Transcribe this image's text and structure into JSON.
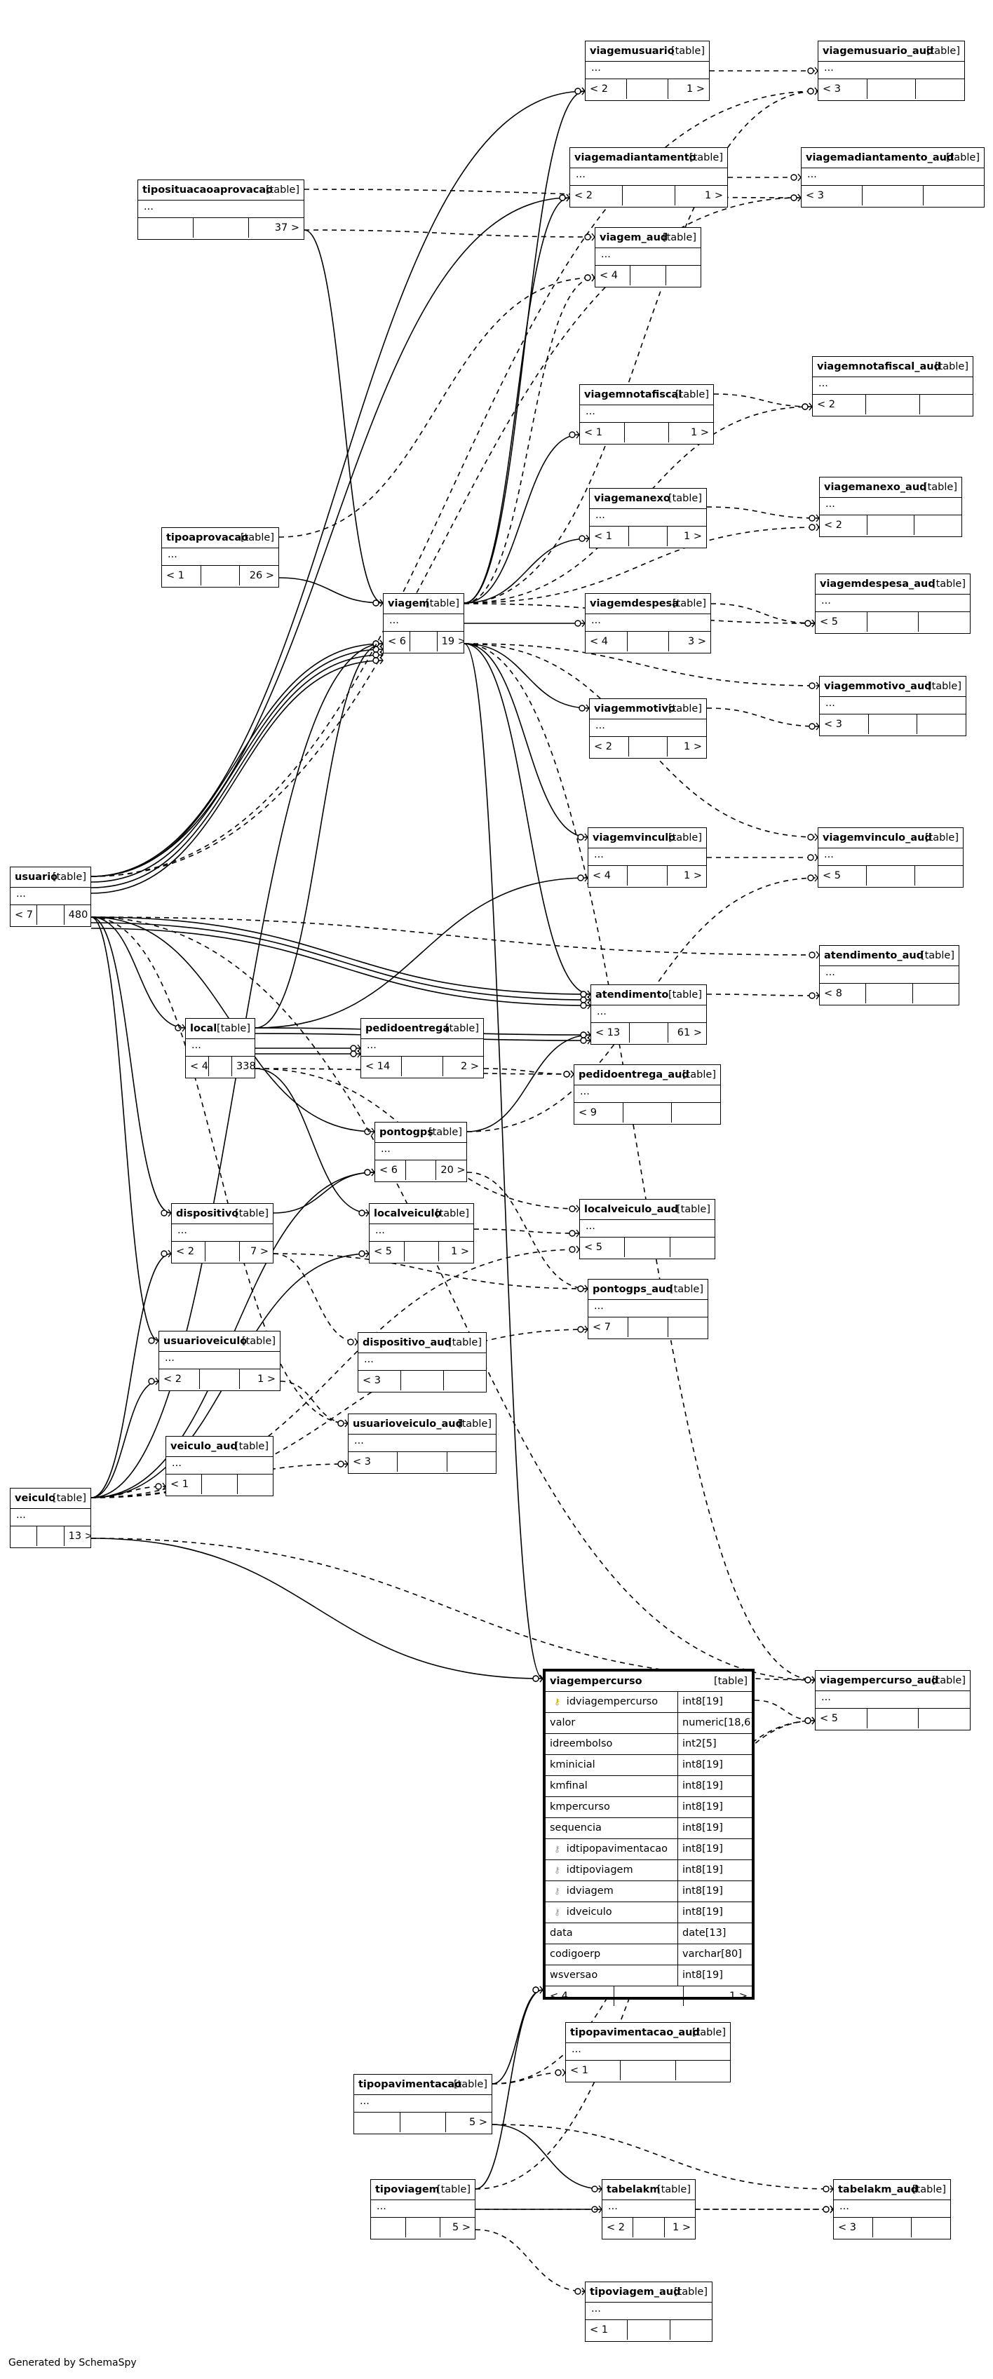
{
  "footer": "Generated by SchemaSpy",
  "tables": {
    "viagemusuario": {
      "name": "viagemusuario",
      "kind": "[table]",
      "body": "...",
      "left": "< 2",
      "right": "1 >"
    },
    "viagemusuario_aud": {
      "name": "viagemusuario_aud",
      "kind": "[table]",
      "body": "...",
      "left": "< 3",
      "right": ""
    },
    "viagemadiantamento": {
      "name": "viagemadiantamento",
      "kind": "[table]",
      "body": "...",
      "left": "< 2",
      "right": "1 >"
    },
    "viagemadiantamento_aud": {
      "name": "viagemadiantamento_aud",
      "kind": "[table]",
      "body": "...",
      "left": "< 3",
      "right": ""
    },
    "tiposituacaoaprovacao": {
      "name": "tiposituacaoaprovacao",
      "kind": "[table]",
      "body": "...",
      "left": "",
      "right": "37 >"
    },
    "viagem_aud": {
      "name": "viagem_aud",
      "kind": "[table]",
      "body": "...",
      "left": "< 4",
      "right": ""
    },
    "viagemnotafiscal": {
      "name": "viagemnotafiscal",
      "kind": "[table]",
      "body": "...",
      "left": "< 1",
      "right": "1 >"
    },
    "viagemnotafiscal_aud": {
      "name": "viagemnotafiscal_aud",
      "kind": "[table]",
      "body": "...",
      "left": "< 2",
      "right": ""
    },
    "viagemanexo": {
      "name": "viagemanexo",
      "kind": "[table]",
      "body": "...",
      "left": "< 1",
      "right": "1 >"
    },
    "viagemanexo_aud": {
      "name": "viagemanexo_aud",
      "kind": "[table]",
      "body": "...",
      "left": "< 2",
      "right": ""
    },
    "tipoaprovacao": {
      "name": "tipoaprovacao",
      "kind": "[table]",
      "body": "...",
      "left": "< 1",
      "right": "26 >"
    },
    "viagem": {
      "name": "viagem",
      "kind": "[table]",
      "body": "...",
      "left": "< 6",
      "right": "19 >"
    },
    "viagemdespesa": {
      "name": "viagemdespesa",
      "kind": "[table]",
      "body": "...",
      "left": "< 4",
      "right": "3 >"
    },
    "viagemdespesa_aud": {
      "name": "viagemdespesa_aud",
      "kind": "[table]",
      "body": "...",
      "left": "< 5",
      "right": ""
    },
    "viagemmotivo": {
      "name": "viagemmotivo",
      "kind": "[table]",
      "body": "...",
      "left": "< 2",
      "right": "1 >"
    },
    "viagemmotivo_aud": {
      "name": "viagemmotivo_aud",
      "kind": "[table]",
      "body": "...",
      "left": "< 3",
      "right": ""
    },
    "usuario": {
      "name": "usuario",
      "kind": "[table]",
      "body": "...",
      "left": "< 7",
      "right": "480 >"
    },
    "viagemvinculo": {
      "name": "viagemvinculo",
      "kind": "[table]",
      "body": "...",
      "left": "< 4",
      "right": "1 >"
    },
    "viagemvinculo_aud": {
      "name": "viagemvinculo_aud",
      "kind": "[table]",
      "body": "...",
      "left": "< 5",
      "right": ""
    },
    "atendimento_aud": {
      "name": "atendimento_aud",
      "kind": "[table]",
      "body": "...",
      "left": "< 8",
      "right": ""
    },
    "local": {
      "name": "local",
      "kind": "[table]",
      "body": "...",
      "left": "< 4",
      "right": "338 >"
    },
    "pedidoentrega": {
      "name": "pedidoentrega",
      "kind": "[table]",
      "body": "...",
      "left": "< 14",
      "right": "2 >"
    },
    "atendimento": {
      "name": "atendimento",
      "kind": "[table]",
      "body": "...",
      "left": "< 13",
      "right": "61 >"
    },
    "pedidoentrega_aud": {
      "name": "pedidoentrega_aud",
      "kind": "[table]",
      "body": "...",
      "left": "< 9",
      "right": ""
    },
    "pontogps": {
      "name": "pontogps",
      "kind": "[table]",
      "body": "...",
      "left": "< 6",
      "right": "20 >"
    },
    "dispositivo": {
      "name": "dispositivo",
      "kind": "[table]",
      "body": "...",
      "left": "< 2",
      "right": "7 >"
    },
    "localveiculo": {
      "name": "localveiculo",
      "kind": "[table]",
      "body": "...",
      "left": "< 5",
      "right": "1 >"
    },
    "localveiculo_aud": {
      "name": "localveiculo_aud",
      "kind": "[table]",
      "body": "...",
      "left": "< 5",
      "right": ""
    },
    "pontogps_aud": {
      "name": "pontogps_aud",
      "kind": "[table]",
      "body": "...",
      "left": "< 7",
      "right": ""
    },
    "usuarioveiculo": {
      "name": "usuarioveiculo",
      "kind": "[table]",
      "body": "...",
      "left": "< 2",
      "right": "1 >"
    },
    "dispositivo_aud": {
      "name": "dispositivo_aud",
      "kind": "[table]",
      "body": "...",
      "left": "< 3",
      "right": ""
    },
    "usuarioveiculo_aud": {
      "name": "usuarioveiculo_aud",
      "kind": "[table]",
      "body": "...",
      "left": "< 3",
      "right": ""
    },
    "veiculo_aud": {
      "name": "veiculo_aud",
      "kind": "[table]",
      "body": "...",
      "left": "< 1",
      "right": ""
    },
    "veiculo": {
      "name": "veiculo",
      "kind": "[table]",
      "body": "...",
      "left": "",
      "right": "13 >"
    },
    "viagempercurso_aud": {
      "name": "viagempercurso_aud",
      "kind": "[table]",
      "body": "...",
      "left": "< 5",
      "right": ""
    },
    "tipopavimentacao_aud": {
      "name": "tipopavimentacao_aud",
      "kind": "[table]",
      "body": "...",
      "left": "< 1",
      "right": ""
    },
    "tipopavimentacao": {
      "name": "tipopavimentacao",
      "kind": "[table]",
      "body": "...",
      "left": "",
      "right": "5 >"
    },
    "tipoviagem": {
      "name": "tipoviagem",
      "kind": "[table]",
      "body": "...",
      "left": "",
      "right": "5 >"
    },
    "tabelakm": {
      "name": "tabelakm",
      "kind": "[table]",
      "body": "...",
      "left": "< 2",
      "right": "1 >"
    },
    "tabelakm_aud": {
      "name": "tabelakm_aud",
      "kind": "[table]",
      "body": "...",
      "left": "< 3",
      "right": ""
    },
    "tipoviagem_aud": {
      "name": "tipoviagem_aud",
      "kind": "[table]",
      "body": "...",
      "left": "< 1",
      "right": ""
    }
  },
  "focus_table": {
    "name": "viagempercurso",
    "kind": "[table]",
    "left": "< 4",
    "right": "1 >",
    "columns": [
      {
        "name": "idviagempercurso",
        "type": "int8[19]",
        "key": "pk"
      },
      {
        "name": "valor",
        "type": "numeric[18,6]",
        "key": ""
      },
      {
        "name": "idreembolso",
        "type": "int2[5]",
        "key": ""
      },
      {
        "name": "kminicial",
        "type": "int8[19]",
        "key": ""
      },
      {
        "name": "kmfinal",
        "type": "int8[19]",
        "key": ""
      },
      {
        "name": "kmpercurso",
        "type": "int8[19]",
        "key": ""
      },
      {
        "name": "sequencia",
        "type": "int8[19]",
        "key": ""
      },
      {
        "name": "idtipopavimentacao",
        "type": "int8[19]",
        "key": "fk"
      },
      {
        "name": "idtipoviagem",
        "type": "int8[19]",
        "key": "fk"
      },
      {
        "name": "idviagem",
        "type": "int8[19]",
        "key": "fk"
      },
      {
        "name": "idveiculo",
        "type": "int8[19]",
        "key": "fk"
      },
      {
        "name": "data",
        "type": "date[13]",
        "key": ""
      },
      {
        "name": "codigoerp",
        "type": "varchar[80]",
        "key": ""
      },
      {
        "name": "wsversao",
        "type": "int8[19]",
        "key": ""
      }
    ]
  },
  "relationships": [
    [
      "usuario",
      "viagemusuario",
      "solid"
    ],
    [
      "viagem",
      "viagemusuario",
      "solid"
    ],
    [
      "usuario",
      "viagemadiantamento",
      "solid"
    ],
    [
      "viagem",
      "viagemadiantamento",
      "solid"
    ],
    [
      "tiposituacaoaprovacao",
      "viagem",
      "solid"
    ],
    [
      "viagem",
      "viagemnotafiscal",
      "solid"
    ],
    [
      "viagem",
      "viagemanexo",
      "solid"
    ],
    [
      "tipoaprovacao",
      "viagem",
      "solid"
    ],
    [
      "viagem",
      "viagemdespesa",
      "solid"
    ],
    [
      "viagem",
      "viagemmotivo",
      "solid"
    ],
    [
      "viagem",
      "viagemvinculo",
      "solid"
    ],
    [
      "usuario",
      "viagem",
      "solid"
    ],
    [
      "usuario",
      "viagem",
      "solid"
    ],
    [
      "usuario",
      "viagem",
      "solid"
    ],
    [
      "usuario",
      "viagem",
      "solid"
    ],
    [
      "usuario",
      "local",
      "solid"
    ],
    [
      "usuario",
      "atendimento",
      "solid"
    ],
    [
      "usuario",
      "atendimento",
      "solid"
    ],
    [
      "usuario",
      "atendimento",
      "solid"
    ],
    [
      "local",
      "atendimento",
      "solid"
    ],
    [
      "local",
      "atendimento",
      "solid"
    ],
    [
      "local",
      "pedidoentrega",
      "solid"
    ],
    [
      "local",
      "pedidoentrega",
      "solid"
    ],
    [
      "local",
      "viagemvinculo",
      "solid"
    ],
    [
      "local",
      "viagem",
      "solid"
    ],
    [
      "local",
      "localveiculo",
      "solid"
    ],
    [
      "usuario",
      "pontogps",
      "solid"
    ],
    [
      "dispositivo",
      "pontogps",
      "solid"
    ],
    [
      "pontogps",
      "atendimento",
      "solid"
    ],
    [
      "viagem",
      "atendimento",
      "solid"
    ],
    [
      "usuario",
      "dispositivo",
      "solid"
    ],
    [
      "usuario",
      "usuarioveiculo",
      "solid"
    ],
    [
      "veiculo",
      "dispositivo",
      "solid"
    ],
    [
      "veiculo",
      "usuarioveiculo",
      "solid"
    ],
    [
      "veiculo",
      "localveiculo",
      "solid"
    ],
    [
      "veiculo",
      "pontogps",
      "solid"
    ],
    [
      "veiculo",
      "viagem",
      "solid"
    ],
    [
      "veiculo",
      "viagempercurso",
      "solid"
    ],
    [
      "viagem",
      "viagempercurso",
      "solid"
    ],
    [
      "tipopavimentacao",
      "viagempercurso",
      "solid"
    ],
    [
      "tipoviagem",
      "viagempercurso",
      "solid"
    ],
    [
      "tipoviagem",
      "tabelakm",
      "solid"
    ],
    [
      "tipopavimentacao",
      "tabelakm",
      "solid"
    ],
    [
      "viagemusuario",
      "viagemusuario_aud",
      "dashed"
    ],
    [
      "viagemadiantamento",
      "viagemadiantamento_aud",
      "dashed"
    ],
    [
      "viagem",
      "viagem_aud",
      "dashed"
    ],
    [
      "tiposituacaoaprovacao",
      "viagem_aud",
      "dashed"
    ],
    [
      "tiposituacaoaprovacao",
      "viagemadiantamento_aud",
      "dashed"
    ],
    [
      "tipoaprovacao",
      "viagem_aud",
      "dashed"
    ],
    [
      "usuario",
      "viagemusuario_aud",
      "dashed"
    ],
    [
      "usuario",
      "viagemadiantamento_aud",
      "dashed"
    ],
    [
      "viagem",
      "viagemusuario_aud",
      "dashed"
    ],
    [
      "viagem",
      "viagemnotafiscal_aud",
      "dashed"
    ],
    [
      "viagemnotafiscal",
      "viagemnotafiscal_aud",
      "dashed"
    ],
    [
      "viagemanexo",
      "viagemanexo_aud",
      "dashed"
    ],
    [
      "viagem",
      "viagemanexo_aud",
      "dashed"
    ],
    [
      "viagemdespesa",
      "viagemdespesa_aud",
      "dashed"
    ],
    [
      "viagem",
      "viagemdespesa_aud",
      "dashed"
    ],
    [
      "viagemmotivo",
      "viagemmotivo_aud",
      "dashed"
    ],
    [
      "viagem",
      "viagemmotivo_aud",
      "dashed"
    ],
    [
      "viagemvinculo",
      "viagemvinculo_aud",
      "dashed"
    ],
    [
      "viagem",
      "viagemvinculo_aud",
      "dashed"
    ],
    [
      "atendimento",
      "atendimento_aud",
      "dashed"
    ],
    [
      "usuario",
      "atendimento_aud",
      "dashed"
    ],
    [
      "usuario",
      "viagempercurso_aud",
      "dashed"
    ],
    [
      "pedidoentrega",
      "pedidoentrega_aud",
      "dashed"
    ],
    [
      "local",
      "pedidoentrega_aud",
      "dashed"
    ],
    [
      "localveiculo",
      "localveiculo_aud",
      "dashed"
    ],
    [
      "local",
      "localveiculo_aud",
      "dashed"
    ],
    [
      "pontogps",
      "pontogps_aud",
      "dashed"
    ],
    [
      "dispositivo",
      "pontogps_aud",
      "dashed"
    ],
    [
      "pontogps",
      "viagemvinculo_aud",
      "dashed"
    ],
    [
      "dispositivo",
      "dispositivo_aud",
      "dashed"
    ],
    [
      "usuarioveiculo",
      "usuarioveiculo_aud",
      "dashed"
    ],
    [
      "usuario",
      "usuarioveiculo_aud",
      "dashed"
    ],
    [
      "veiculo",
      "veiculo_aud",
      "dashed"
    ],
    [
      "veiculo",
      "usuarioveiculo_aud",
      "dashed"
    ],
    [
      "veiculo",
      "localveiculo_aud",
      "dashed"
    ],
    [
      "veiculo",
      "pontogps_aud",
      "dashed"
    ],
    [
      "veiculo",
      "viagempercurso_aud",
      "dashed"
    ],
    [
      "viagempercurso",
      "viagempercurso_aud",
      "dashed"
    ],
    [
      "tipopavimentacao",
      "tipopavimentacao_aud",
      "dashed"
    ],
    [
      "tipopavimentacao",
      "viagempercurso_aud",
      "dashed"
    ],
    [
      "tipopavimentacao",
      "tabelakm_aud",
      "dashed"
    ],
    [
      "tabelakm",
      "tabelakm_aud",
      "dashed"
    ],
    [
      "tipoviagem",
      "tabelakm_aud",
      "dashed"
    ],
    [
      "tipoviagem",
      "viagempercurso_aud",
      "dashed"
    ],
    [
      "tipoviagem",
      "tipoviagem_aud",
      "dashed"
    ],
    [
      "viagem",
      "viagempercurso_aud",
      "dashed"
    ]
  ]
}
